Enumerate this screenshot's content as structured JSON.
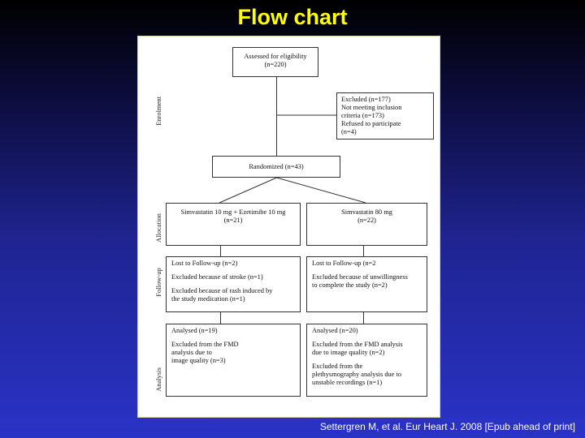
{
  "slide": {
    "title": "Flow chart",
    "citation": "Settergren M, et al. Eur Heart J. 2008 [Epub ahead of print]"
  },
  "stages": {
    "enrolment": "Enrolment",
    "allocation": "Allocation",
    "follow_up": "Follow-up",
    "analysis": "Analysis"
  },
  "boxes": {
    "assessed": {
      "label": "Assessed for eligibility",
      "count": "(n=220)"
    },
    "excluded": {
      "line1": "Excluded (n=177)",
      "line2": "Not meeting inclusion",
      "line3": "criteria (n=173)",
      "line4": "Refused to participate",
      "line5": "(n=4)"
    },
    "randomized": {
      "label": "Randomized (n=43)"
    },
    "arm_left_allocation": {
      "line1": "Simvastatin 10 mg + Ezetimibe 10 mg",
      "line2": "(n=21)"
    },
    "arm_right_allocation": {
      "line1": "Simvastatin 80 mg",
      "line2": "(n=22)"
    },
    "left_followup": {
      "line1": "Lost to Follow-up (n=2)",
      "line2": "Excluded because of stroke (n=1)",
      "line3": "Excluded because of rash induced by",
      "line4": "the study medication (n=1)"
    },
    "right_followup": {
      "line1": "Lost to Follow-up (n=2",
      "line2": "Excluded because of unwillingness",
      "line3": "to complete the study (n=2)"
    },
    "left_analysis": {
      "line1": "Analysed (n=19)",
      "line2": "Excluded from the FMD",
      "line3": "analysis due to",
      "line4": "image quality (n=3)"
    },
    "right_analysis": {
      "line1": "Analysed (n=20)",
      "line2": "Excluded from the FMD analysis",
      "line3": "due to image quality (n=2)",
      "line4": "Excluded from the",
      "line5": "plethysmography analysis due to",
      "line6": "unstable recordings (n=1)"
    }
  },
  "colors": {
    "title": "#ffff00",
    "citation": "#ffffff",
    "panel": "#ffffff",
    "lines": "#333333"
  }
}
